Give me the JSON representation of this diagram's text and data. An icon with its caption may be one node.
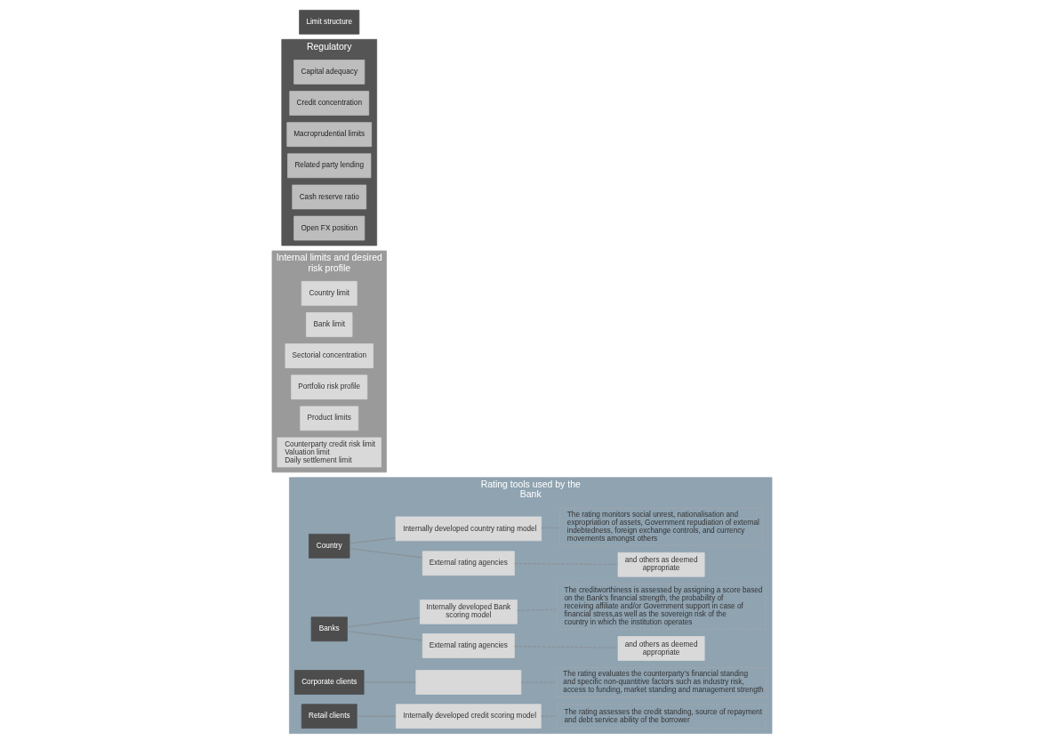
{
  "diagram": {
    "nodes": [
      {
        "text": [
          "Limit structure"
        ]
      },
      {
        "text": [
          "Regulatory"
        ]
      },
      {
        "text": [
          "Capital adequacy"
        ],
        "in": 1
      },
      {
        "text": [
          "Credit concentration"
        ],
        "in": 1
      },
      {
        "text": [
          "Macroprudential limits"
        ],
        "in": 1
      },
      {
        "text": [
          "Related party lending"
        ],
        "in": 1
      },
      {
        "text": [
          "Cash reserve ratio"
        ],
        "in": 1
      },
      {
        "text": [
          "Open FX position"
        ],
        "in": 1
      },
      {
        "text": [
          "Internal limits and desired risk profile"
        ]
      },
      {
        "text": [
          "Country limit"
        ],
        "in": 8
      },
      {
        "text": [
          "Bank limit"
        ],
        "in": 8
      },
      {
        "text": [
          "Sectorial concentration"
        ],
        "in": 8
      },
      {
        "text": [
          "Portfolio risk profile"
        ],
        "in": 8
      },
      {
        "text": [
          "Product limits"
        ],
        "in": 8
      },
      {
        "text": [
          "Counterparty credit risk limit",
          "Valuation limit",
          "Daily settlement limit"
        ],
        "in": 8
      },
      {
        "text": [
          "Rating tools used by the Bank"
        ]
      },
      {
        "text": [
          "Country"
        ],
        "in": 15
      },
      {
        "text": [
          "External rating agencies"
        ],
        "in": 15
      },
      {
        "text": [
          "Internally developed country rating model"
        ],
        "in": 15
      },
      {
        "text": [
          "and others as deemed appropriate"
        ],
        "in": 15
      },
      {
        "text": [
          "The rating monitors social unrest, nationalisation and expropriation of assets, Government repudiation of external indebtedness, foreign exchange controls, and currency movements amongst others"
        ],
        "in": 15
      },
      {
        "text": [
          "Banks"
        ],
        "in": 15
      },
      {
        "text": [
          "External rating agencies"
        ],
        "in": 15
      },
      {
        "text": [
          "Internally developed Bank scoring model"
        ],
        "in": 15
      },
      {
        "text": [
          "and others as deemed appropriate"
        ],
        "in": 15
      },
      {
        "text": [
          "The creditworthiness is assessed by assigning a score based on the Bank’s financial strength, the probability of receiving affiliate and/or Government support in case of financial stress,as well as the sovereign risk of the country in which the institution operates"
        ],
        "in": 15
      },
      {
        "text": [
          "Corporate clients"
        ],
        "in": 15
      },
      {
        "text": [],
        "shape": "box",
        "in": 15
      },
      {
        "text": [
          "The rating evaluates the counterparty’s financial standing and specific non-quantitive factors such as industry risk, access to funding, market standing and management strength"
        ],
        "in": 15
      },
      {
        "text": [
          "Retail clients"
        ],
        "in": 15
      },
      {
        "text": [
          "Internally developed credit scoring model"
        ],
        "in": 15
      },
      {
        "text": [
          "The rating assesses the credit standing, source of repayment and debt service ability of the borrower"
        ],
        "in": 15
      }
    ],
    "edges": [
      {
        "from": 16,
        "to": 17,
        "arrow": "none"
      },
      {
        "from": 16,
        "to": 18,
        "arrow": "none"
      },
      {
        "from": 17,
        "to": 19,
        "arrow": "none",
        "style": "dashed"
      },
      {
        "from": 18,
        "to": 20,
        "arrow": "none",
        "style": "dashed"
      },
      {
        "from": 21,
        "to": 22,
        "arrow": "none"
      },
      {
        "from": 21,
        "to": 23,
        "arrow": "none"
      },
      {
        "from": 22,
        "to": 24,
        "arrow": "none",
        "style": "dashed"
      },
      {
        "from": 23,
        "to": 25,
        "arrow": "none",
        "style": "dashed"
      },
      {
        "from": 26,
        "to": 27,
        "arrow": "none"
      },
      {
        "from": 27,
        "to": 28,
        "arrow": "none",
        "style": "dashed"
      },
      {
        "from": 29,
        "to": 30,
        "arrow": "none"
      },
      {
        "from": 30,
        "to": 31,
        "arrow": "none",
        "style": "dashed"
      }
    ]
  }
}
